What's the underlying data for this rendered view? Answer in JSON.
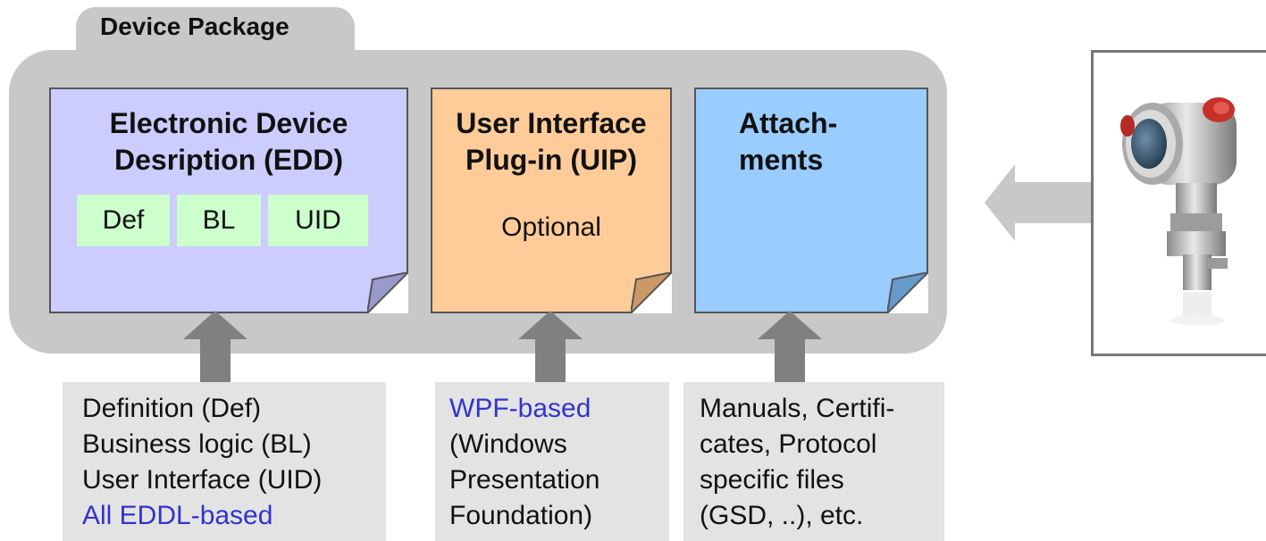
{
  "package": {
    "title": "Device Package"
  },
  "documents": {
    "edd": {
      "title": "Electronic Device\nDesription (EDD)",
      "chips": [
        "Def",
        "BL",
        "UID"
      ],
      "color": "#ccccff"
    },
    "uip": {
      "title": "User Interface\nPlug-in (UIP)",
      "subtitle": "Optional",
      "color": "#ffcc99"
    },
    "attachments": {
      "title": "Attach-\nments",
      "color": "#99ccff"
    }
  },
  "descriptions": {
    "edd": {
      "lines": [
        "Definition (Def)",
        "Business logic (BL)",
        "User Interface (UID)"
      ],
      "highlight": "All EDDL-based"
    },
    "uip": {
      "highlight": "WPF-based",
      "lines": [
        "(Windows",
        "Presentation",
        "Foundation)"
      ]
    },
    "attachments": {
      "lines": [
        "Manuals, Certifi-",
        "cates, Protocol",
        "specific files",
        "(GSD, ..), etc."
      ]
    }
  },
  "colors": {
    "package_gray": "#c8c8c8",
    "arrow_gray": "#808080",
    "desc_gray": "#e3e3e3",
    "chip_green": "#ccffcc",
    "highlight_blue": "#3333cc"
  },
  "icons": {
    "device_photo": "pressure-transmitter-icon",
    "left_arrow": "left-arrow-icon"
  }
}
